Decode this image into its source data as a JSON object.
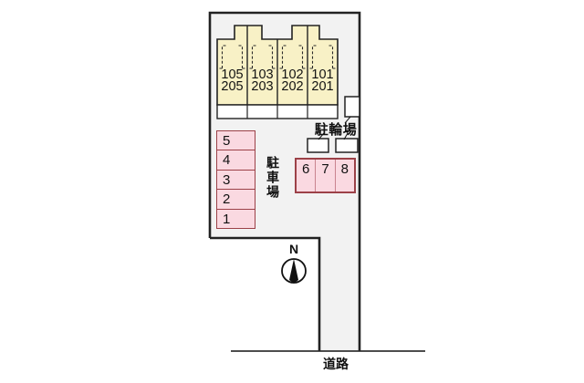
{
  "diagram": {
    "title": "site-layout-plan",
    "building": {
      "units": [
        {
          "line1": "105",
          "line2": "205"
        },
        {
          "line1": "103",
          "line2": "203"
        },
        {
          "line1": "102",
          "line2": "202"
        },
        {
          "line1": "101",
          "line2": "201"
        }
      ]
    },
    "bicycle_parking": {
      "label": "駐輪場"
    },
    "parking": {
      "label": "駐車場",
      "left_spaces": [
        "5",
        "4",
        "3",
        "2",
        "1"
      ],
      "right_spaces": [
        "6",
        "7",
        "8"
      ]
    },
    "compass": {
      "north_label": "N"
    },
    "road": {
      "label": "道路"
    },
    "colors": {
      "outline": "#222222",
      "site_fill": "#f2f2f2",
      "building_fill": "#f8f1c6",
      "space_fill": "#fad9e1",
      "space_border": "#9c4148",
      "space_divider": "#c9838e",
      "road_line": "#4d4d4d"
    }
  }
}
